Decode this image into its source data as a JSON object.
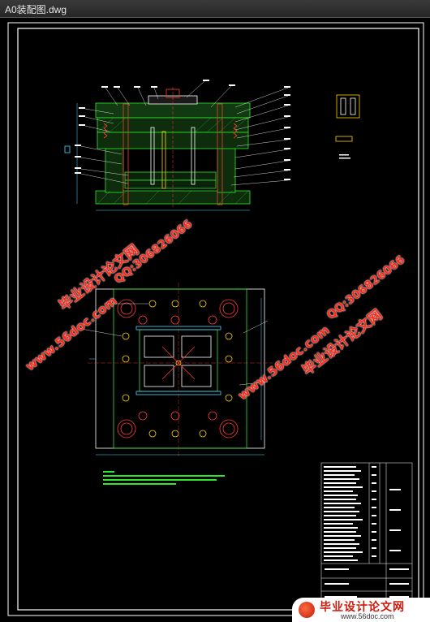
{
  "window": {
    "title": "A0装配图.dwg"
  },
  "watermarks": [
    {
      "cn": "毕业设计论文网",
      "url": "www.56doc.com",
      "qq": "QQ:306826066"
    },
    {
      "cn": "毕业设计论文网",
      "url": "www.56doc.com",
      "qq": "QQ:306826066"
    }
  ],
  "footer": {
    "brand": "毕业设计论文网",
    "site": "www.56doc.com"
  },
  "colors": {
    "background": "#000000",
    "border": "#ffffff",
    "cad_green": "#2ee82e",
    "cad_red": "#ff3b30",
    "cad_yellow": "#ffd400",
    "cad_cyan": "#4fd6ff",
    "watermark": "#ff2a1a"
  }
}
